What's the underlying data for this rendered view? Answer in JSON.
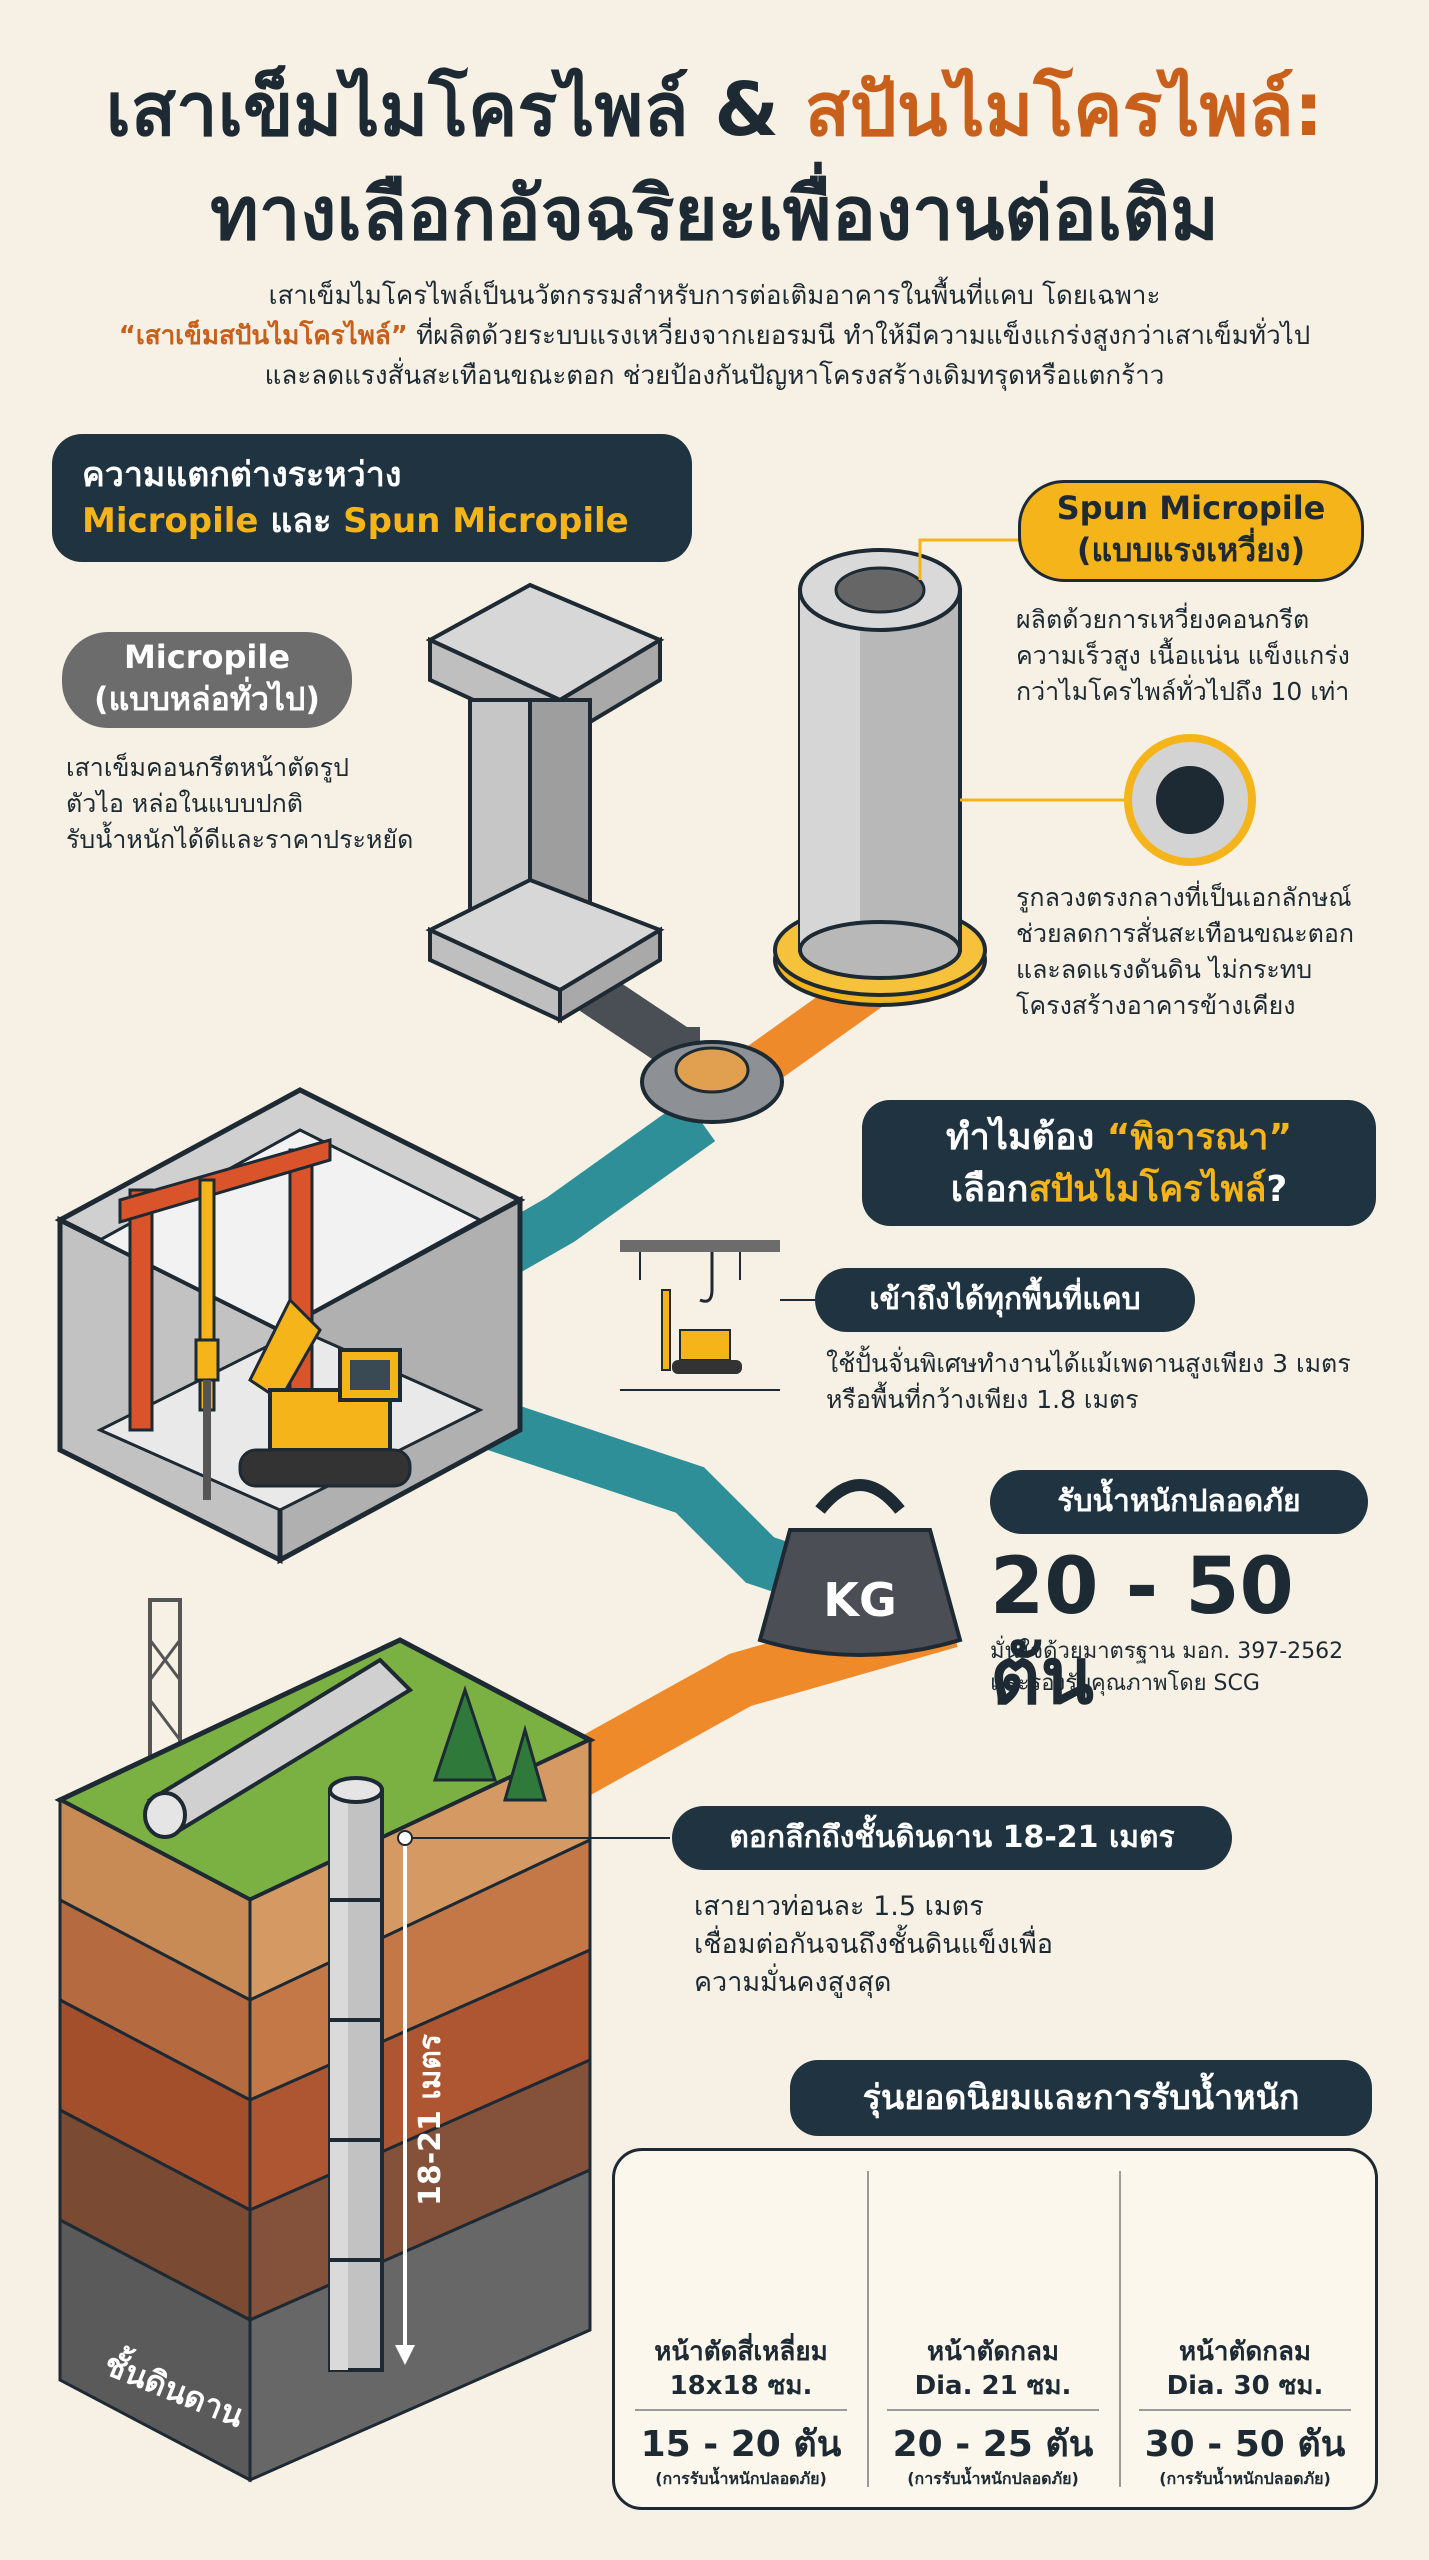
{
  "title": {
    "line1_a": "เสาเข็มไมโครไพล์ & ",
    "line1_b": "สปันไมโครไพล์:",
    "line2": "ทางเลือกอัจฉริยะเพื่องานต่อเติม"
  },
  "intro": {
    "line1": "เสาเข็มไมโครไพล์เป็นนวัตกรรมสำหรับการต่อเติมอาคารในพื้นที่แคบ โดยเฉพาะ",
    "line2_highlight": "“เสาเข็มสปันไมโครไพล์”",
    "line2_rest": " ที่ผลิตด้วยระบบแรงเหวี่ยงจากเยอรมนี ทำให้มีความแข็งแกร่งสูงกว่าเสาเข็มทั่วไป",
    "line3": "และลดแรงสั่นสะเทือนขณะตอก ช่วยป้องกันปัญหาโครงสร้างเดิมทรุดหรือแตกร้าว"
  },
  "difference": {
    "line1": "ความแตกต่างระหว่าง",
    "line2_a": "Micropile",
    "line2_b": " และ ",
    "line2_c": "Spun Micropile"
  },
  "micropile": {
    "name": "Micropile",
    "sub": "(แบบหล่อทั่วไป)",
    "desc1": "เสาเข็มคอนกรีตหน้าตัดรูป",
    "desc2": "ตัวไอ หล่อในแบบปกติ",
    "desc3": "รับน้ำหนักได้ดีและราคาประหยัด"
  },
  "spun": {
    "name": "Spun Micropile",
    "sub": "(แบบแรงเหวี่ยง)",
    "desc1": "ผลิตด้วยการเหวี่ยงคอนกรีต",
    "desc2": "ความเร็วสูง เนื้อแน่น แข็งแกร่ง",
    "desc3": "กว่าไมโครไพล์ทั่วไปถึง 10 เท่า",
    "hole1": "รูกลวงตรงกลางที่เป็นเอกลักษณ์",
    "hole2": "ช่วยลดการสั่นสะเทือนขณะตอก",
    "hole3": "และลดแรงดันดิน ไม่กระทบ",
    "hole4": "โครงสร้างอาคารข้างเคียง"
  },
  "why": {
    "line1_a": "ทำไมต้อง ",
    "line1_b": "“พิจารณา”",
    "line2_a": "เลือก",
    "line2_b": "สปันไมโครไพล์",
    "line2_c": "?"
  },
  "access": {
    "label": "เข้าถึงได้ทุกพื้นที่แคบ",
    "desc1": "ใช้ปั้นจั่นพิเศษทำงานได้แม้เพดานสูงเพียง 3 เมตร",
    "desc2": "หรือพื้นที่กว้างเพียง 1.8 เมตร"
  },
  "load": {
    "label": "รับน้ำหนักปลอดภัย",
    "value": "20 - 50 ตัน",
    "desc1": "มั่นใจด้วยมาตรฐาน มอก. 397-2562",
    "desc2": "และรองรับคุณภาพโดย SCG",
    "weight_text": "KG"
  },
  "depth": {
    "label": "ตอกลึกถึงชั้นดินดาน 18-21 เมตร",
    "desc1": "เสายาวท่อนละ 1.5 เมตร",
    "desc2": "เชื่อมต่อกันจนถึงชั้นดินแข็งเพื่อ",
    "desc3": "ความมั่นคงสูงสุด",
    "vertical_label": "18-21 เมตร",
    "bedrock_label": "ชั้นดินดาน"
  },
  "models": {
    "header": "รุ่นยอดนิยมและการรับน้ำหนัก",
    "items": [
      {
        "shape": "square",
        "name1": "หน้าตัดสี่เหลี่ยม",
        "name2": "18x18 ซม.",
        "load": "15 - 20 ตัน",
        "note": "(การรับน้ำหนักปลอดภัย)"
      },
      {
        "shape": "ring",
        "name1": "หน้าตัดกลม",
        "name2": "Dia. 21 ซม.",
        "load": "20 - 25 ตัน",
        "note": "(การรับน้ำหนักปลอดภัย)"
      },
      {
        "shape": "ring",
        "name1": "หน้าตัดกลม",
        "name2": "Dia. 30 ซม.",
        "load": "30 - 50 ตัน",
        "note": "(การรับน้ำหนักปลอดภัย)"
      }
    ]
  },
  "colors": {
    "dark": "#1f3340",
    "accent_orange": "#c8601b",
    "accent_yellow": "#f4b41a",
    "teal": "#2f8f98",
    "orange_path": "#ef8a2a"
  }
}
